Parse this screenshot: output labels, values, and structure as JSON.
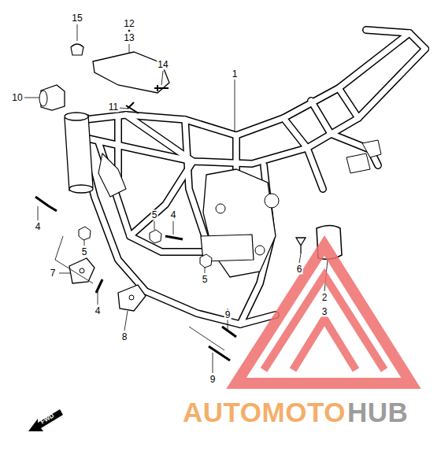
{
  "diagram": {
    "labels": [
      "15",
      "12",
      "13",
      "14",
      "10",
      "11",
      "1",
      "4",
      "5",
      "5",
      "4",
      "7",
      "4",
      "5",
      "6",
      "2",
      "3",
      "8",
      "9",
      "9",
      "FWD",
      "AUTOMOTO",
      "HUB"
    ]
  }
}
